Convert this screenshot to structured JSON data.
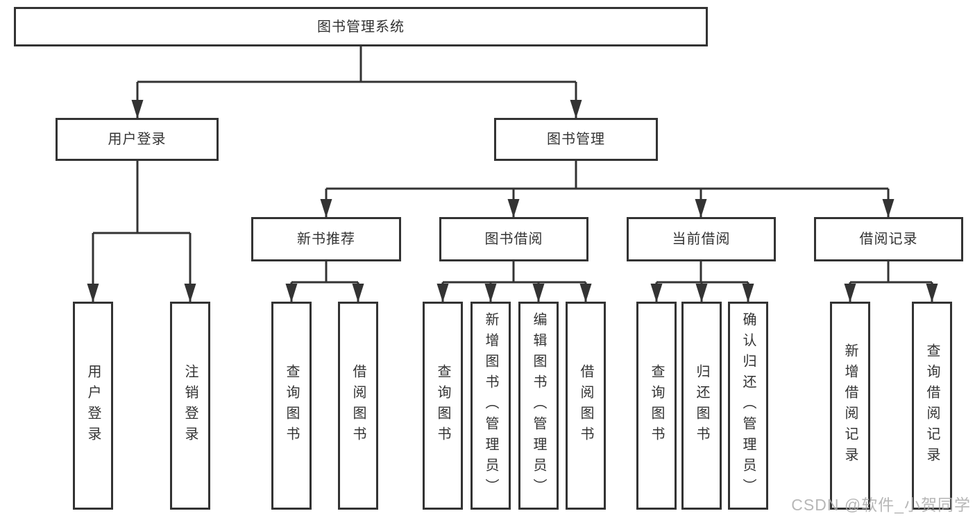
{
  "diagram": {
    "tree": {
      "label": "图书管理系统",
      "children": [
        {
          "label": "用户登录",
          "children": [
            {
              "label": "用户登录"
            },
            {
              "label": "注销登录"
            }
          ]
        },
        {
          "label": "图书管理",
          "children": [
            {
              "label": "新书推荐",
              "children": [
                {
                  "label": "查询图书"
                },
                {
                  "label": "借阅图书"
                }
              ]
            },
            {
              "label": "图书借阅",
              "children": [
                {
                  "label": "查询图书"
                },
                {
                  "label": "新增图书（管理员）"
                },
                {
                  "label": "编辑图书（管理员）"
                },
                {
                  "label": "借阅图书"
                }
              ]
            },
            {
              "label": "当前借阅",
              "children": [
                {
                  "label": "查询图书"
                },
                {
                  "label": "归还图书"
                },
                {
                  "label": "确认归还（管理员）"
                }
              ]
            },
            {
              "label": "借阅记录",
              "children": [
                {
                  "label": "新增借阅记录"
                },
                {
                  "label": "查询借阅记录"
                }
              ]
            }
          ]
        }
      ]
    },
    "colors": {
      "line": "#333333",
      "text": "#333333",
      "background": "#ffffff",
      "watermark": "#ababab"
    }
  },
  "watermark": {
    "text": "CSDN @软件_小贺同学"
  }
}
